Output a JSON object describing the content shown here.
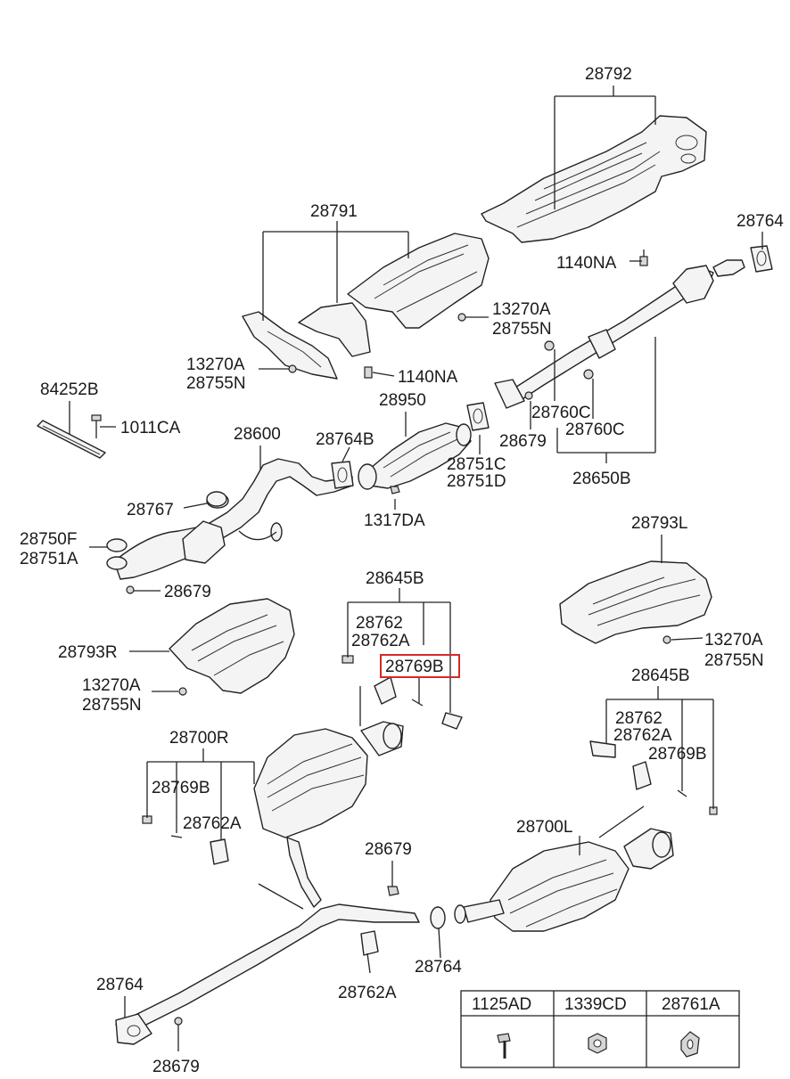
{
  "diagram": {
    "labels": {
      "l_28792": "28792",
      "l_28764_tr": "28764",
      "l_28791": "28791",
      "l_1140na_top": "1140NA",
      "l_13270a_r": "13270A",
      "l_28755n_r": "28755N",
      "l_13270a_l": "13270A",
      "l_28755n_l": "28755N",
      "l_1140na_mid": "1140NA",
      "l_84252b": "84252B",
      "l_28950": "28950",
      "l_1011ca": "1011CA",
      "l_28600": "28600",
      "l_28764b": "28764B",
      "l_28760c_1": "28760C",
      "l_28760c_2": "28760C",
      "l_28679_a": "28679",
      "l_28751c": "28751C",
      "l_28751d": "28751D",
      "l_28650b": "28650B",
      "l_28767": "28767",
      "l_1317da": "1317DA",
      "l_28793l": "28793L",
      "l_28750f": "28750F",
      "l_28751a": "28751A",
      "l_28679_b": "28679",
      "l_28645b_mid": "28645B",
      "l_28762_mid": "28762",
      "l_28762a_mid": "28762A",
      "l_28793r": "28793R",
      "l_28769b_mid": "28769B",
      "l_13270a_rr": "13270A",
      "l_28755n_rr": "28755N",
      "l_13270a_ll": "13270A",
      "l_28755n_ll": "28755N",
      "l_28645b_r": "28645B",
      "l_28700r": "28700R",
      "l_28762_r": "28762",
      "l_28762a_r": "28762A",
      "l_28769b_r": "28769B",
      "l_28769b_l": "28769B",
      "l_28762a_l": "28762A",
      "l_28700l": "28700L",
      "l_28679_c": "28679",
      "l_28764_bc": "28764",
      "l_28762a_bot": "28762A",
      "l_28764_bl": "28764",
      "l_28679_bl": "28679"
    },
    "legend": {
      "items": [
        "1125AD",
        "1339CD",
        "28761A"
      ]
    },
    "highlight_label": "28769B"
  }
}
